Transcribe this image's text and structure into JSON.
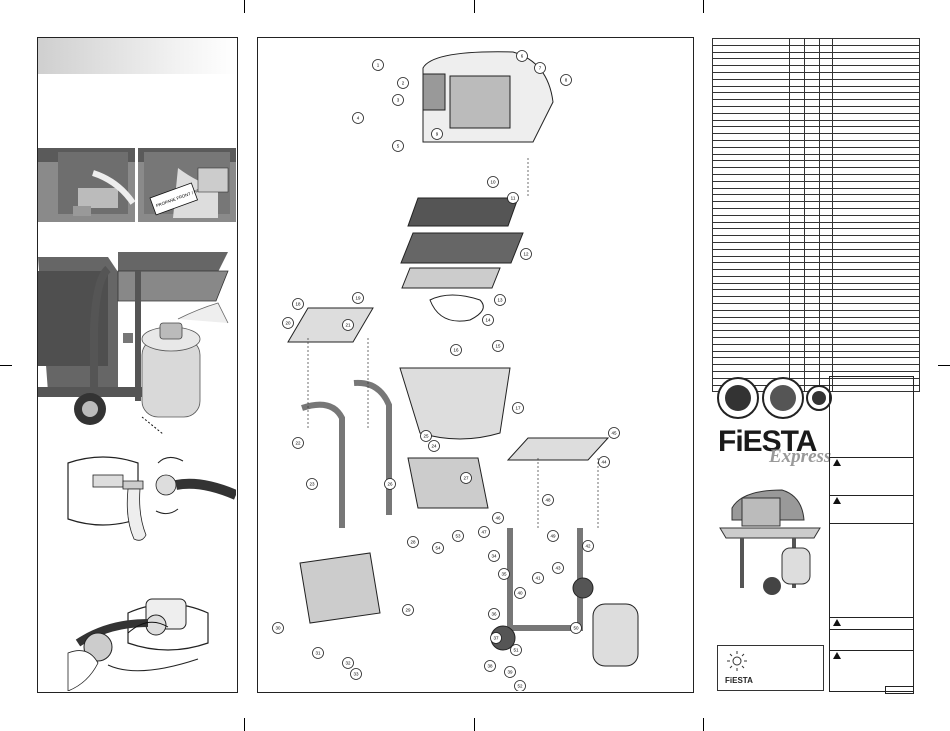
{
  "brand": {
    "name": "FiESTA",
    "product": "Express",
    "footer_logo": "FiESTA"
  },
  "left_panel": {
    "label_sign": "PROPANE FRONT / FACE AU DEVANT"
  },
  "diagram": {
    "callouts": [
      "1",
      "2",
      "3",
      "4",
      "5",
      "6",
      "7",
      "8",
      "9",
      "10",
      "11",
      "12",
      "13",
      "14",
      "15",
      "16",
      "17",
      "18",
      "19",
      "20",
      "21",
      "22",
      "23",
      "24",
      "25",
      "26",
      "27",
      "28",
      "29",
      "30",
      "31",
      "32",
      "33",
      "34",
      "35",
      "36",
      "37",
      "38",
      "39",
      "40",
      "41",
      "42",
      "43",
      "44",
      "45",
      "46",
      "47",
      "48",
      "49",
      "50",
      "51",
      "52",
      "53",
      "54"
    ]
  },
  "parts_table": {
    "rows": 52
  },
  "colors": {
    "panel_border": "#222222",
    "header_gradient_start": "#cfcfcf",
    "photo_dark": "#555555"
  }
}
